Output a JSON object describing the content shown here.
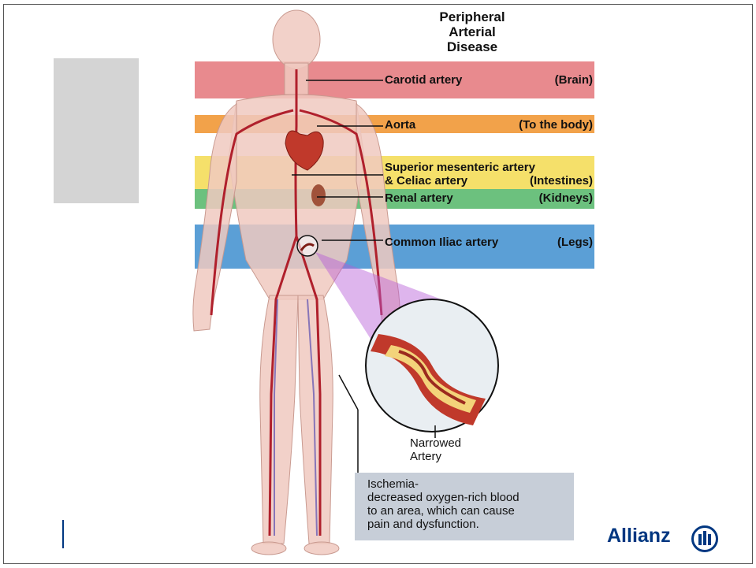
{
  "diagram": {
    "title_line1": "Peripheral",
    "title_line2": "Arterial",
    "title_line3": "Disease",
    "bands": {
      "carotid": {
        "label": "Carotid artery",
        "region": "(Brain)",
        "color": "#e88a8e"
      },
      "aorta": {
        "label": "Aorta",
        "region": "(To the body)",
        "color": "#f2a24a"
      },
      "mesenteric": {
        "label_line1": "Superior mesenteric artery",
        "label_line2": "& Celiac artery",
        "region": "(Intestines)",
        "color": "#f5e06a"
      },
      "renal": {
        "label": "Renal artery",
        "region": "(Kidneys)",
        "color": "#6cc17e"
      },
      "iliac": {
        "label": "Common Iliac artery",
        "region": "(Legs)",
        "color": "#5b9fd6"
      }
    },
    "narrowed_label": "Narrowed\nArtery",
    "caption": "Ischemia-\ndecreased oxygen-rich blood\nto an area, which can cause\npain and dysfunction."
  },
  "footer": {
    "logo_text": "Allianz",
    "logo_icon": "allianz-eagle-icon",
    "brand_color": "#003781"
  }
}
